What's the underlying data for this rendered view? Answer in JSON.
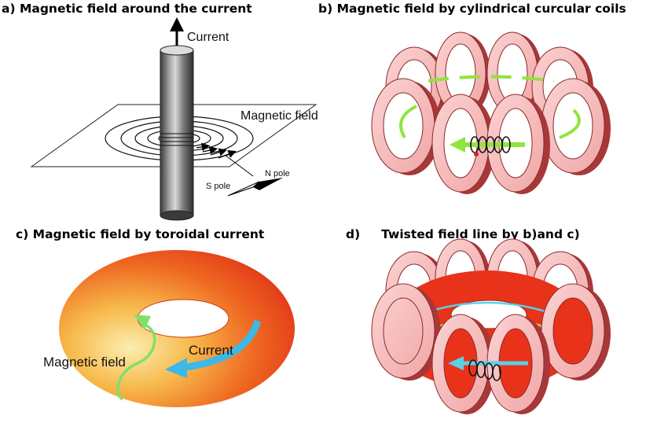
{
  "panels": {
    "a": {
      "title": "a) Magnetic field around the current",
      "current_label": "Current",
      "field_label": "Magnetic field",
      "n_pole_label": "N pole",
      "s_pole_label": "S pole"
    },
    "b": {
      "title": "b) Magnetic field by cylindrical curcular coils"
    },
    "c": {
      "title": "c) Magnetic field by toroidal current",
      "current_label": "Current",
      "field_label": "Magnetic field"
    },
    "d": {
      "title": "d)     Twisted field line by b)and c)"
    }
  },
  "colors": {
    "coil_face": "#f6b8b8",
    "coil_dark": "#a83838",
    "field_line": "#8fe53a",
    "current_arrow": "#3db8e8",
    "torus_outer": "#e8331a",
    "torus_center": "#f8e070",
    "conductor": "#6e6e6e"
  }
}
